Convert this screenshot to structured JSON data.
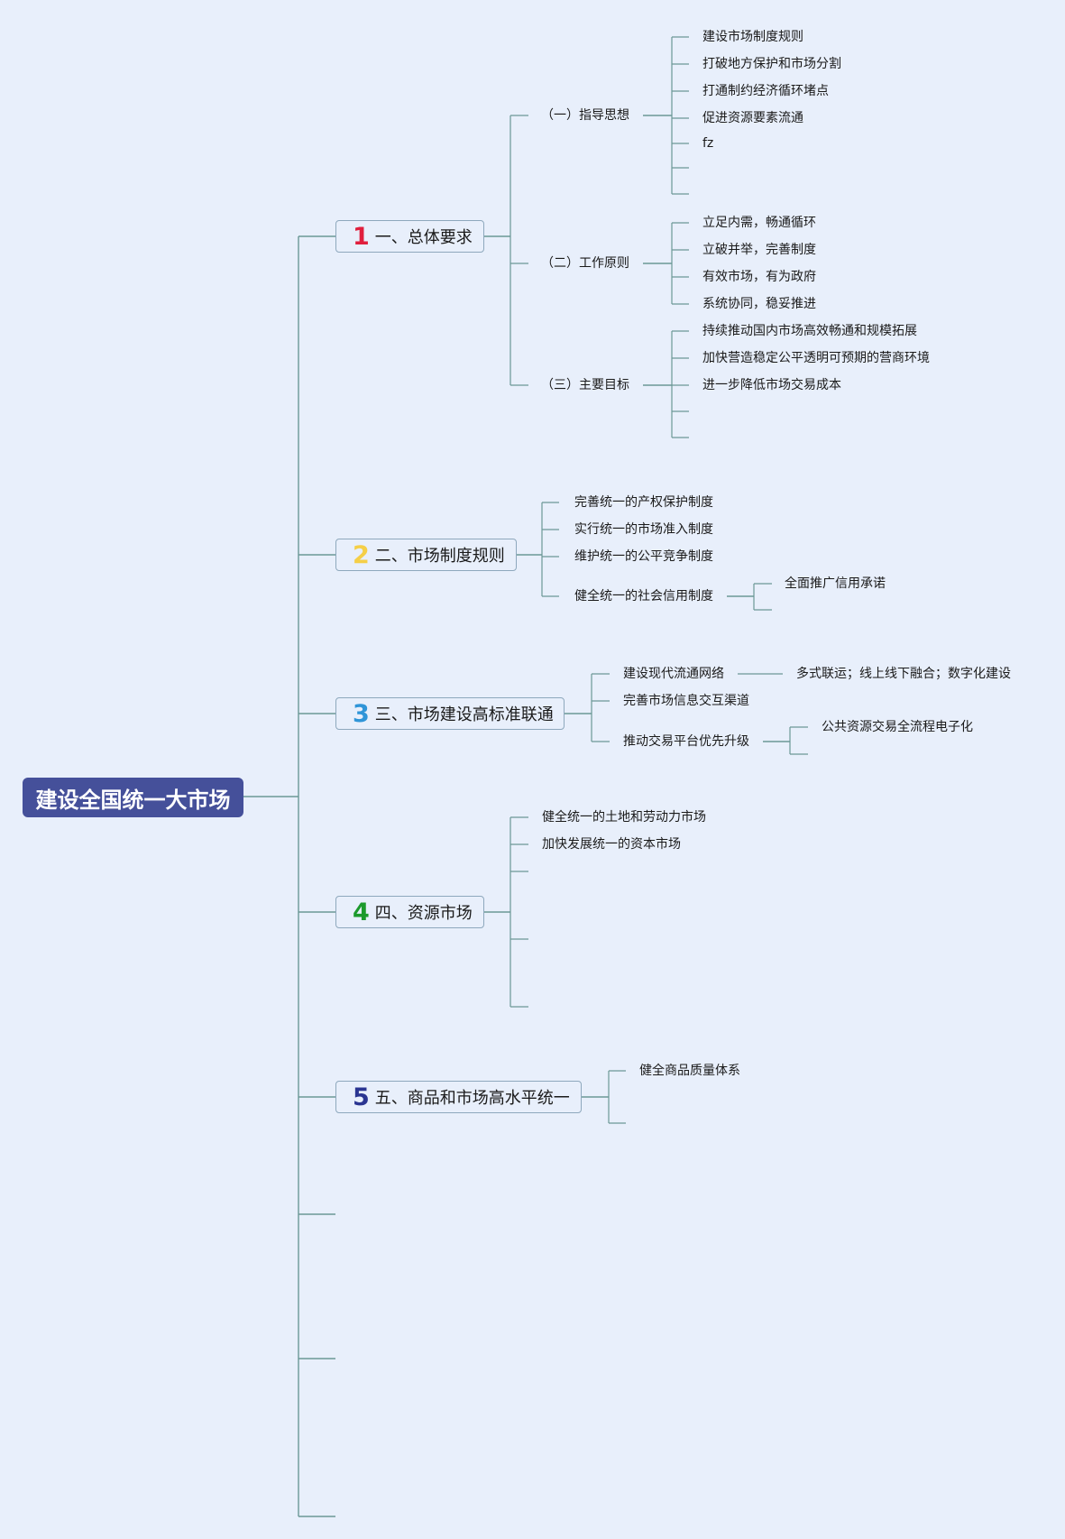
{
  "root": {
    "label": "建设全国统一大市场"
  },
  "colors": {
    "line": "#6b9896",
    "root_bg": "#45509a",
    "background": "#e8effb",
    "num1": "#e01f3d",
    "num2": "#f5cf47",
    "num3": "#2f95d8",
    "num4": "#1c9a2c",
    "num5": "#2a3591"
  },
  "branches": [
    {
      "num": "1",
      "label": "一、总体要求",
      "children": [
        {
          "label": "（一）指导思想",
          "children": [
            "建设市场制度规则",
            "打破地方保护和市场分割",
            "打通制约经济循环堵点",
            "促进资源要素流通",
            "fz",
            "",
            ""
          ]
        },
        {
          "label": "（二）工作原则",
          "children": [
            "立足内需，畅通循环",
            "立破并举，完善制度",
            "有效市场，有为政府",
            "系统协同，稳妥推进"
          ]
        },
        {
          "label": "（三）主要目标",
          "children": [
            "持续推动国内市场高效畅通和规模拓展",
            "加快营造稳定公平透明可预期的营商环境",
            "进一步降低市场交易成本",
            "",
            ""
          ]
        }
      ]
    },
    {
      "num": "2",
      "label": "二、市场制度规则",
      "children": [
        {
          "label": "完善统一的产权保护制度"
        },
        {
          "label": "实行统一的市场准入制度"
        },
        {
          "label": "维护统一的公平竞争制度"
        },
        {
          "label": "健全统一的社会信用制度",
          "children": [
            "全面推广信用承诺",
            ""
          ]
        }
      ]
    },
    {
      "num": "3",
      "label": "三、市场建设高标准联通",
      "children": [
        {
          "label": "建设现代流通网络",
          "children": [
            "多式联运；线上线下融合；数字化建设"
          ]
        },
        {
          "label": "完善市场信息交互渠道"
        },
        {
          "label": "推动交易平台优先升级",
          "children": [
            "公共资源交易全流程电子化",
            ""
          ]
        }
      ]
    },
    {
      "num": "4",
      "label": "四、资源市场",
      "children": [
        {
          "label": "健全统一的土地和劳动力市场"
        },
        {
          "label": "加快发展统一的资本市场"
        },
        {
          "label": ""
        },
        {
          "label": ""
        },
        {
          "label": ""
        }
      ]
    },
    {
      "num": "5",
      "label": "五、商品和市场高水平统一",
      "children": [
        {
          "label": "健全商品质量体系"
        },
        {
          "label": ""
        }
      ]
    },
    {
      "num": "",
      "label": "",
      "children": []
    },
    {
      "num": "",
      "label": "",
      "children": []
    },
    {
      "num": "",
      "label": "",
      "children": []
    }
  ]
}
